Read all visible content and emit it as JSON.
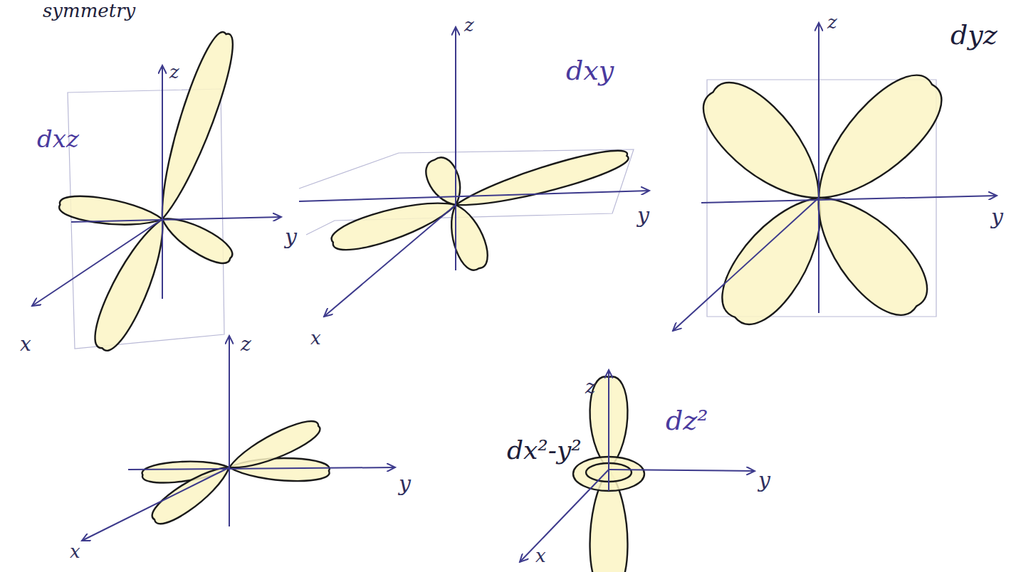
{
  "diagram": {
    "labels": [
      "symmetry",
      "dxz",
      "z",
      "y",
      "x",
      "dxy",
      "z",
      "y",
      "x",
      "dyz",
      "z",
      "y",
      "dx²-y²",
      "z",
      "y",
      "x",
      "dz²",
      "z",
      "y",
      "x"
    ]
  }
}
